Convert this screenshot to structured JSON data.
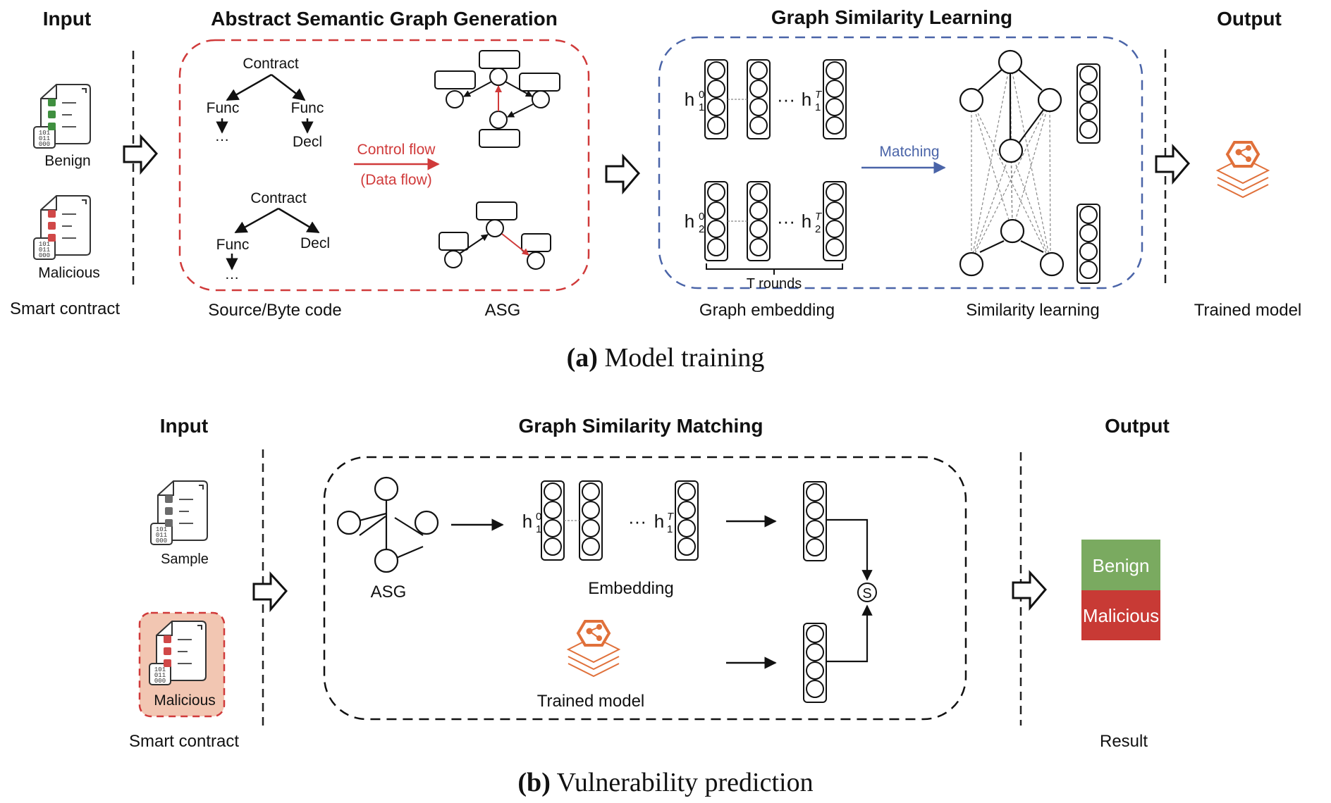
{
  "panel_a": {
    "caption_letter": "(a)",
    "caption_text": " Model training",
    "sections": {
      "input": "Input",
      "asg_gen": "Abstract Semantic Graph Generation",
      "similarity_learning": "Graph Similarity Learning",
      "output": "Output"
    },
    "input": {
      "doc1_label": "Benign",
      "doc2_label": "Malicious",
      "bottom_label": "Smart contract",
      "doc1_color": "#3f8f3f",
      "doc2_color": "#d04848"
    },
    "asg_gen": {
      "tree1": {
        "root": "Contract",
        "left": "Func",
        "right": "Func",
        "left_child": "…",
        "right_child": "Decl"
      },
      "tree2": {
        "root": "Contract",
        "left": "Func",
        "right": "Decl",
        "left_child": "…"
      },
      "arrow_top": "Control flow",
      "arrow_bottom": "(Data flow)",
      "label_source": "Source/Byte code",
      "label_asg": "ASG",
      "accent": "#d03a3a"
    },
    "graph_learning": {
      "h1_first": "h",
      "h1_first_sup": "0",
      "h1_first_sub": "1",
      "h1_last": "h",
      "h1_last_sup": "T",
      "h1_last_sub": "1",
      "h2_first": "h",
      "h2_first_sup": "0",
      "h2_first_sub": "2",
      "h2_last": "h",
      "h2_last_sup": "T",
      "h2_last_sub": "2",
      "ellipsis": "···",
      "rounds_label": "T rounds",
      "matching_label": "Matching",
      "label_embedding": "Graph embedding",
      "label_similarity": "Similarity learning",
      "accent": "#4a64a8"
    },
    "output": {
      "label": "Trained model",
      "icon_color": "#e0703a"
    }
  },
  "panel_b": {
    "caption_letter": "(b)",
    "caption_text": " Vulnerability prediction",
    "sections": {
      "input": "Input",
      "matching": "Graph Similarity Matching",
      "output": "Output"
    },
    "input": {
      "doc1_label": "Sample",
      "doc2_label": "Malicious",
      "bottom_label": "Smart contract",
      "doc1_color": "#6b6b6b",
      "doc2_color": "#d04848",
      "highlight_bg": "#f2c6b2"
    },
    "matching": {
      "asg_label": "ASG",
      "h_first": "h",
      "h_first_sup": "0",
      "h_first_sub": "1",
      "h_last": "h",
      "h_last_sup": "T",
      "h_last_sub": "1",
      "ellipsis": "···",
      "embedding_label": "Embedding",
      "trained_model_label": "Trained model",
      "similarity_symbol": "S"
    },
    "output": {
      "results": [
        {
          "label": "Benign",
          "color": "#7aaa60"
        },
        {
          "label": "Malicious",
          "color": "#c83a35"
        }
      ],
      "bottom_label": "Result"
    }
  }
}
